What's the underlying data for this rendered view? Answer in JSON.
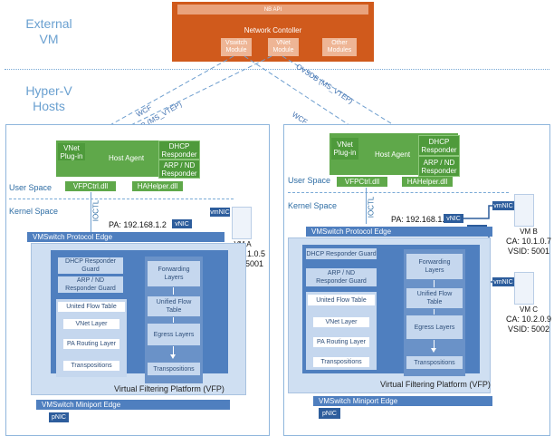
{
  "regions": {
    "external": "External\nVM",
    "hyperv": "Hyper-V\nHosts"
  },
  "controller": {
    "nb_api": "NB API",
    "title": "Network Contoller",
    "modules": [
      "Vswitch\nModule",
      "VNet\nModule",
      "Other\nModules"
    ]
  },
  "links": {
    "wcf": "WCF",
    "ovsdb": "OVSDB (MS_VTEP)"
  },
  "common": {
    "vnet_plugin": "VNet\nPlug-in",
    "host_agent": "Host Agent",
    "dhcp_responder": "DHCP\nResponder",
    "arp_responder": "ARP / ND\nResponder",
    "vfpctrl": "VFPCtrl.dll",
    "hahelper": "HAHelper.dll",
    "user_space": "User Space",
    "kernel_space": "Kernel Space",
    "ioctl": "IOCTL",
    "vnic": "vNIC",
    "vmnic": "vmNIC",
    "pnic": "pNIC",
    "protocol_edge": "VMSwitch Protocol Edge",
    "miniport_edge": "VMSwitch Miniport Edge",
    "vfp": "Virtual Filtering Platform (VFP)",
    "dhcp_guard": "DHCP Responder\nGuard",
    "arp_guard": "ARP / ND\nResponder Guard",
    "uft_left": "United Flow Table",
    "vnet_layer": "VNet Layer",
    "pa_routing": "PA Routing Layer",
    "transpositions": "Transpositions",
    "forwarding": "Forwarding\nLayers",
    "uft_right": "Unified Flow\nTable",
    "egress": "Egress Layers"
  },
  "left_host": {
    "pa": "PA: 192.168.1.2",
    "vm": {
      "name": "VM A",
      "ca": "CA: 10.1.0.5",
      "vsid": "VSID: 5001"
    }
  },
  "right_host": {
    "pa": "PA: 192.168.1.3",
    "vms": [
      {
        "name": "VM B",
        "ca": "CA: 10.1.0.7",
        "vsid": "VSID: 5001"
      },
      {
        "name": "VM C",
        "ca": "CA: 10.2.0.9",
        "vsid": "VSID: 5002"
      }
    ]
  }
}
